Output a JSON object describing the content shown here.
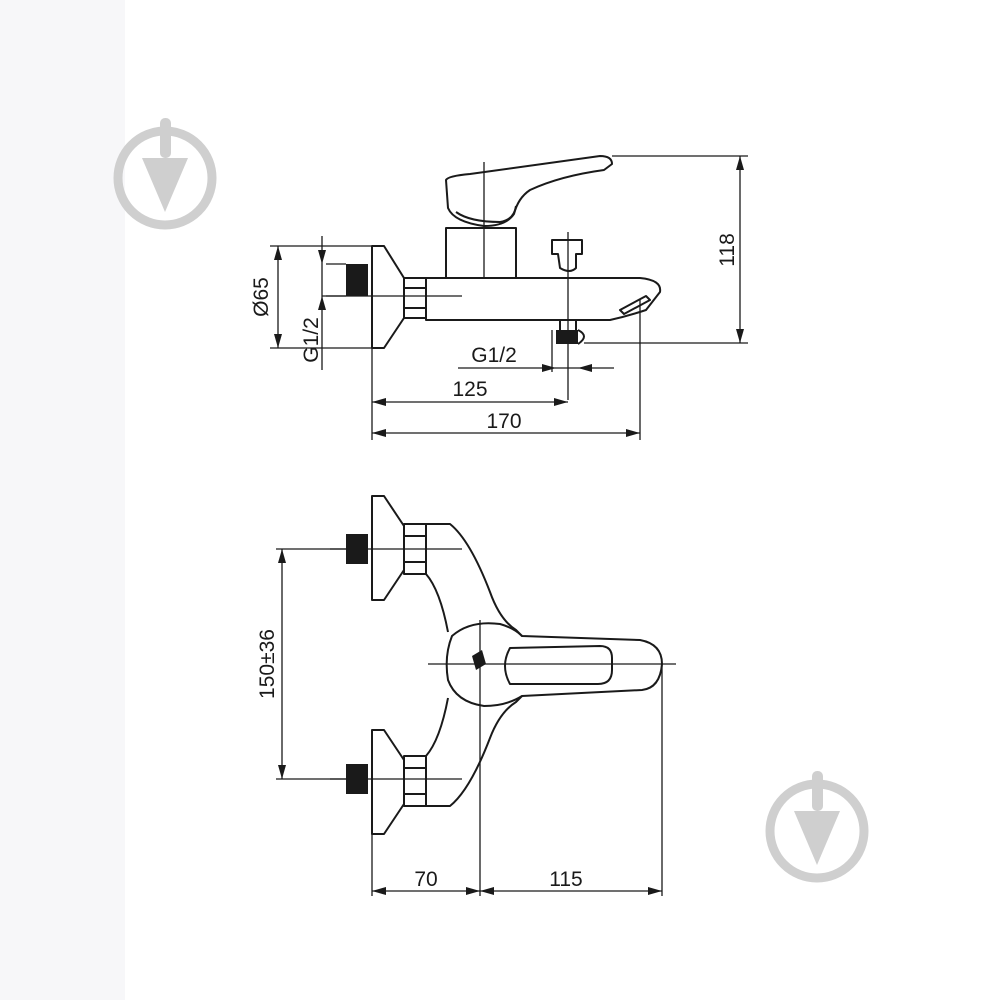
{
  "drawing": {
    "side_view": {
      "dim_height": "118",
      "dim_flange_diameter": "Ø65",
      "dim_inlet_thread": "G1/2",
      "dim_outlet_thread": "G1/2",
      "dim_outlet_offset": "125",
      "dim_projection": "170"
    },
    "top_view": {
      "dim_inlet_spacing": "150±36",
      "dim_body_to_axis": "70",
      "dim_axis_to_handle": "115"
    }
  },
  "colors": {
    "line": "#1a1a1a",
    "watermark": "#cfcfcf",
    "left_band": "#f7f7f9"
  },
  "icons": [
    "watermark-logo-icon",
    "watermark-logo-icon"
  ]
}
